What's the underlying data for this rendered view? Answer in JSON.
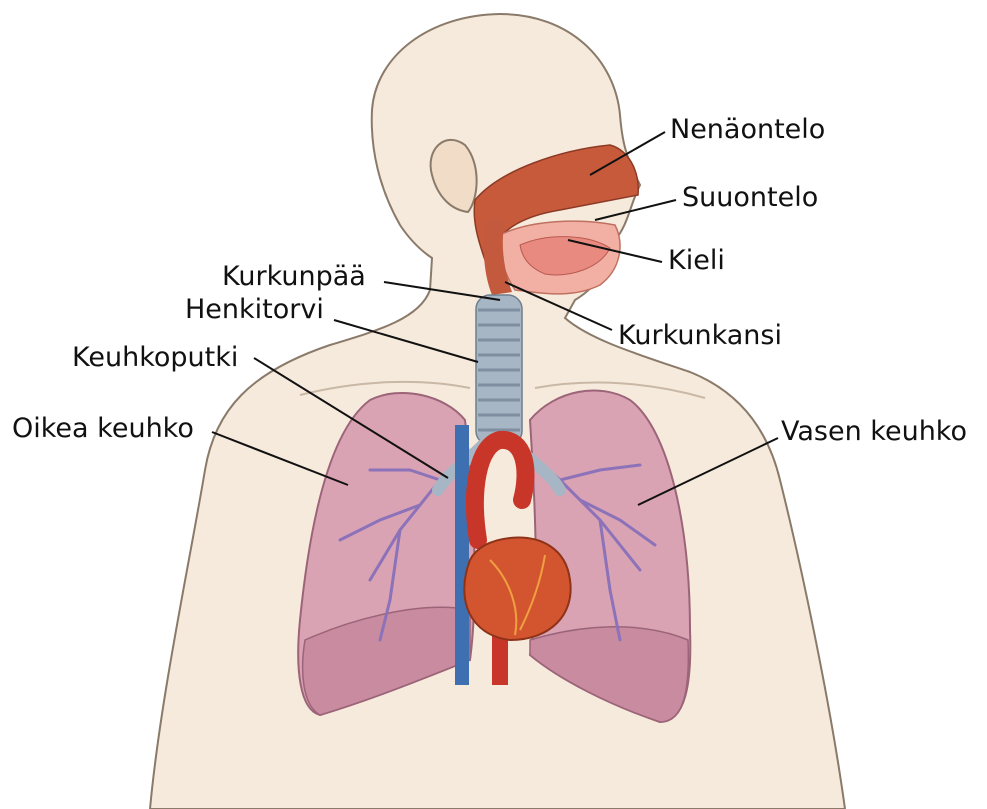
{
  "labels": {
    "nenaontelo": "Nenäontelo",
    "suuontelo": "Suuontelo",
    "kieli": "Kieli",
    "kurkunpaa": "Kurkunpää",
    "henkitorvi": "Henkitorvi",
    "kurkunkansi": "Kurkunkansi",
    "keuhkoputki": "Keuhkoputki",
    "oikea_keuhko": "Oikea keuhko",
    "vasen_keuhko": "Vasen keuhko"
  },
  "colors": {
    "skin": "#f6eadc",
    "outline": "#8a7a6a",
    "lung": "#d9a3b4",
    "lung_dark": "#b97a90",
    "bronchi_vessels": "#8c72b8",
    "heart": "#d2552f",
    "aorta": "#c8362a",
    "vena_cava": "#3e6fb0",
    "trachea": "#a7b6c4",
    "nasal_cavity": "#c85a3c"
  }
}
